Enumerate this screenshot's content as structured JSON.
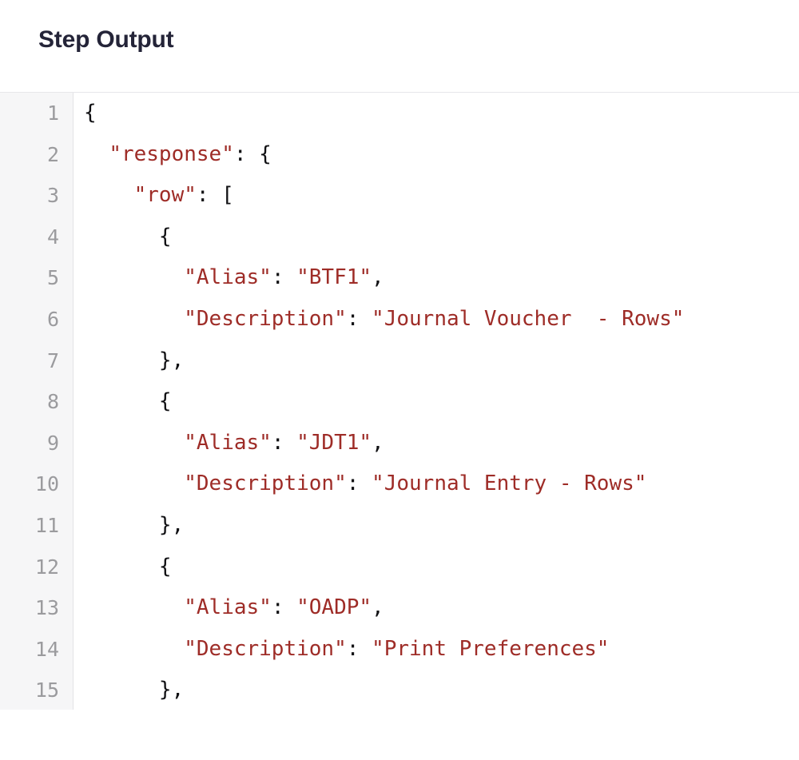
{
  "page": {
    "title": "Step Output"
  },
  "code_viewer": {
    "language": "json",
    "gutter_visible": true,
    "first_line_number": 1,
    "last_line_number": 15,
    "colors": {
      "string": "#9e2c27",
      "punctuation": "#111114",
      "line_number": "#9b9b9e",
      "gutter_background": "#f6f6f7",
      "background": "#ffffff",
      "title": "#242438"
    },
    "lines": [
      {
        "number": "1",
        "indent": 0,
        "tokens": [
          {
            "t": "punc",
            "v": "{"
          }
        ]
      },
      {
        "number": "2",
        "indent": 1,
        "tokens": [
          {
            "t": "key",
            "v": "\"response\""
          },
          {
            "t": "punc",
            "v": ": {"
          }
        ]
      },
      {
        "number": "3",
        "indent": 2,
        "tokens": [
          {
            "t": "key",
            "v": "\"row\""
          },
          {
            "t": "punc",
            "v": ": ["
          }
        ]
      },
      {
        "number": "4",
        "indent": 3,
        "tokens": [
          {
            "t": "punc",
            "v": "{"
          }
        ]
      },
      {
        "number": "5",
        "indent": 4,
        "tokens": [
          {
            "t": "key",
            "v": "\"Alias\""
          },
          {
            "t": "punc",
            "v": ": "
          },
          {
            "t": "str",
            "v": "\"BTF1\""
          },
          {
            "t": "punc",
            "v": ","
          }
        ]
      },
      {
        "number": "6",
        "indent": 4,
        "tokens": [
          {
            "t": "key",
            "v": "\"Description\""
          },
          {
            "t": "punc",
            "v": ": "
          },
          {
            "t": "str",
            "v": "\"Journal Voucher  - Rows\""
          }
        ]
      },
      {
        "number": "7",
        "indent": 3,
        "tokens": [
          {
            "t": "punc",
            "v": "},"
          }
        ]
      },
      {
        "number": "8",
        "indent": 3,
        "tokens": [
          {
            "t": "punc",
            "v": "{"
          }
        ]
      },
      {
        "number": "9",
        "indent": 4,
        "tokens": [
          {
            "t": "key",
            "v": "\"Alias\""
          },
          {
            "t": "punc",
            "v": ": "
          },
          {
            "t": "str",
            "v": "\"JDT1\""
          },
          {
            "t": "punc",
            "v": ","
          }
        ]
      },
      {
        "number": "10",
        "indent": 4,
        "tokens": [
          {
            "t": "key",
            "v": "\"Description\""
          },
          {
            "t": "punc",
            "v": ": "
          },
          {
            "t": "str",
            "v": "\"Journal Entry - Rows\""
          }
        ]
      },
      {
        "number": "11",
        "indent": 3,
        "tokens": [
          {
            "t": "punc",
            "v": "},"
          }
        ]
      },
      {
        "number": "12",
        "indent": 3,
        "tokens": [
          {
            "t": "punc",
            "v": "{"
          }
        ]
      },
      {
        "number": "13",
        "indent": 4,
        "tokens": [
          {
            "t": "key",
            "v": "\"Alias\""
          },
          {
            "t": "punc",
            "v": ": "
          },
          {
            "t": "str",
            "v": "\"OADP\""
          },
          {
            "t": "punc",
            "v": ","
          }
        ]
      },
      {
        "number": "14",
        "indent": 4,
        "tokens": [
          {
            "t": "key",
            "v": "\"Description\""
          },
          {
            "t": "punc",
            "v": ": "
          },
          {
            "t": "str",
            "v": "\"Print Preferences\""
          }
        ]
      },
      {
        "number": "15",
        "indent": 3,
        "tokens": [
          {
            "t": "punc",
            "v": "},"
          }
        ]
      }
    ]
  }
}
